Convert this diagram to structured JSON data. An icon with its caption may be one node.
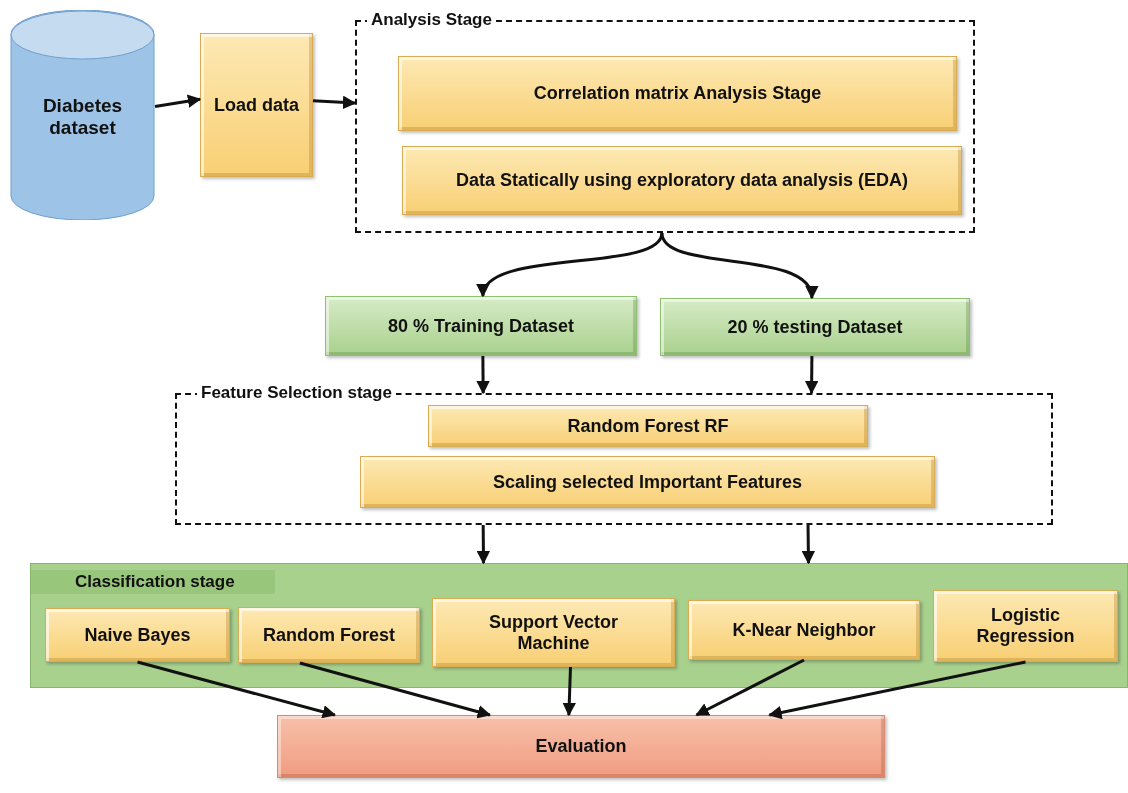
{
  "diagram": {
    "nodes": [
      {
        "text": [
          "Diabetes dataset"
        ]
      },
      {
        "text": [
          "Load data"
        ]
      },
      {
        "text": [
          "Analysis Stage"
        ]
      },
      {
        "text": [
          "Correlation matrix Analysis Stage"
        ],
        "in": 2
      },
      {
        "text": [
          "Data Statically using exploratory data analysis (EDA)"
        ],
        "in": 2
      },
      {
        "text": [
          "80 % Training Dataset"
        ]
      },
      {
        "text": [
          "20 % testing Dataset"
        ]
      },
      {
        "text": [
          "Feature Selection stage"
        ]
      },
      {
        "text": [
          "Random Forest RF"
        ],
        "in": 7
      },
      {
        "text": [
          "Scaling selected Important Features"
        ],
        "in": 7
      },
      {
        "text": [
          "Classification stage"
        ]
      },
      {
        "text": [
          "Naive Bayes"
        ],
        "in": 10
      },
      {
        "text": [
          "Random Forest"
        ],
        "in": 10
      },
      {
        "text": [
          "Support Vector Machine"
        ],
        "in": 10
      },
      {
        "text": [
          "K-Near Neighbor"
        ],
        "in": 10
      },
      {
        "text": [
          "Logistic Regression"
        ],
        "in": 10
      },
      {
        "text": [
          "Evaluation"
        ]
      }
    ],
    "edges": [
      {
        "from": 0,
        "to": 1,
        "arrow": "to"
      },
      {
        "from": 1,
        "to": 2,
        "arrow": "to"
      },
      {
        "from": 2,
        "to": 5,
        "arrow": "to"
      },
      {
        "from": 2,
        "to": 6,
        "arrow": "to"
      },
      {
        "from": 5,
        "to": 7,
        "arrow": "to"
      },
      {
        "from": 6,
        "to": 7,
        "arrow": "to"
      },
      {
        "from": 7,
        "to": 10,
        "arrow": "to"
      },
      {
        "from": 7,
        "to": 10,
        "arrow": "to"
      },
      {
        "from": 11,
        "to": 16,
        "arrow": "to"
      },
      {
        "from": 12,
        "to": 16,
        "arrow": "to"
      },
      {
        "from": 13,
        "to": 16,
        "arrow": "to"
      },
      {
        "from": 14,
        "to": 16,
        "arrow": "to"
      },
      {
        "from": 15,
        "to": 16,
        "arrow": "to"
      }
    ]
  }
}
